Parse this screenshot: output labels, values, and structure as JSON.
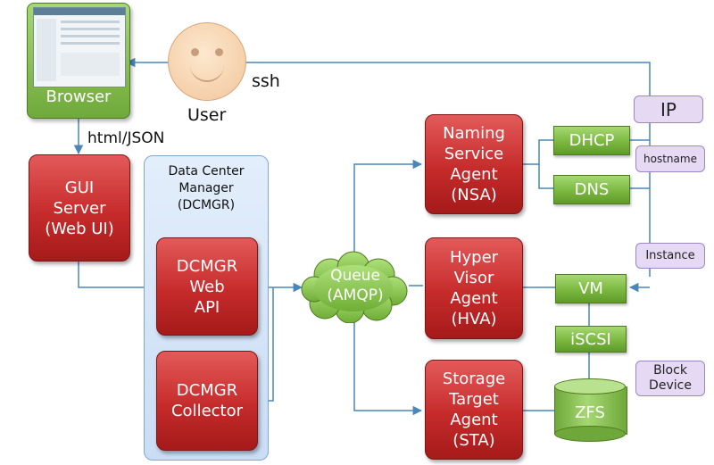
{
  "browser": {
    "label": "Browser"
  },
  "user": {
    "label": "User"
  },
  "edges": {
    "ssh": "ssh",
    "html_json": "html/JSON"
  },
  "gui_server": {
    "line1": "GUI",
    "line2": "Server",
    "line3": "(Web UI)"
  },
  "dcmgr": {
    "title_line1": "Data Center",
    "title_line2": "Manager",
    "title_line3": "(DCMGR)",
    "web_api": {
      "line1": "DCMGR",
      "line2": "Web",
      "line3": "API"
    },
    "collector": {
      "line1": "DCMGR",
      "line2": "Collector"
    }
  },
  "queue": {
    "line1": "Queue",
    "line2": "(AMQP)"
  },
  "nsa": {
    "line1": "Naming",
    "line2": "Service",
    "line3": "Agent",
    "line4": "(NSA)"
  },
  "hva": {
    "line1": "Hyper",
    "line2": "Visor",
    "line3": "Agent",
    "line4": "(HVA)"
  },
  "sta": {
    "line1": "Storage",
    "line2": "Target",
    "line3": "Agent",
    "line4": "(STA)"
  },
  "components": {
    "dhcp": "DHCP",
    "dns": "DNS",
    "vm": "VM",
    "iscsi": "iSCSI",
    "zfs": "ZFS"
  },
  "callouts": {
    "ip": "IP",
    "hostname": "hostname",
    "instance": "Instance",
    "block_line1": "Block",
    "block_line2": "Device"
  },
  "colors": {
    "agent_red": "#c62b2b",
    "component_green": "#7ab83f",
    "line_blue": "#4a86b8",
    "dcmgr_panel": "#cfe2f8",
    "callout_purple": "#e6d9f4"
  }
}
